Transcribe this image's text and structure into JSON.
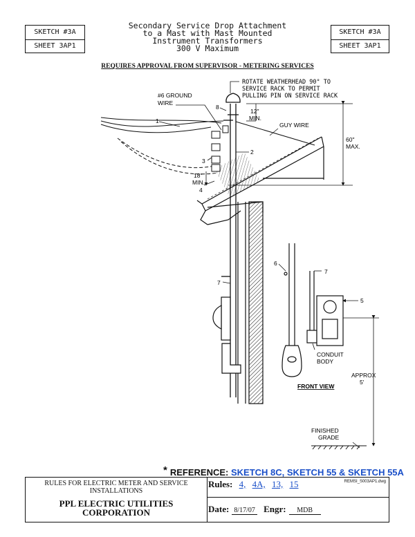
{
  "header": {
    "sketch_label": "SKETCH #3A",
    "sheet_label": "SHEET 3AP1",
    "title_lines": [
      "Secondary Service Drop Attachment",
      "to a Mast with Mast Mounted",
      "Instrument Transformers",
      "300 V Maximum"
    ],
    "requirement": "REQUIRES APPROVAL FROM SUPERVISOR - METERING SERVICES"
  },
  "drawing": {
    "labels": {
      "rotate_note": [
        "ROTATE WEATHERHEAD 90° TO",
        "SERVICE RACK TO PERMIT",
        "PULLING PIN ON SERVICE RACK"
      ],
      "ground_wire": [
        "#6 GROUND",
        "WIRE"
      ],
      "guy_wire": "GUY WIRE",
      "dim_12": [
        "12\"",
        "MIN."
      ],
      "dim_18": [
        "18\"",
        "MIN."
      ],
      "dim_60": [
        "60\"",
        "MAX."
      ],
      "conduit_body": [
        "CONDUIT",
        "BODY"
      ],
      "front_view": "FRONT VIEW",
      "approx": [
        "APPROX",
        "5'"
      ],
      "finished_grade": [
        "FINISHED",
        "GRADE"
      ]
    },
    "callouts": [
      "1",
      "2",
      "3",
      "4",
      "5",
      "6",
      "7",
      "7",
      "8"
    ]
  },
  "reference": {
    "prefix": "REFERENCE:",
    "text": "SKETCH 8C, SKETCH 55 & SKETCH 55A"
  },
  "footer": {
    "rules_heading": "RULES FOR ELECTRIC METER AND SERVICE INSTALLATIONS",
    "company": [
      "PPL ELECTRIC UTILITIES",
      "CORPORATION"
    ],
    "rules_label": "Rules:",
    "rules": [
      "4,",
      "4A,",
      "13,",
      "15"
    ],
    "file_name": "REMSI_S003AP1.dwg",
    "date_label": "Date:",
    "date": "8/17/07",
    "engr_label": "Engr:",
    "engr": "MDB"
  }
}
